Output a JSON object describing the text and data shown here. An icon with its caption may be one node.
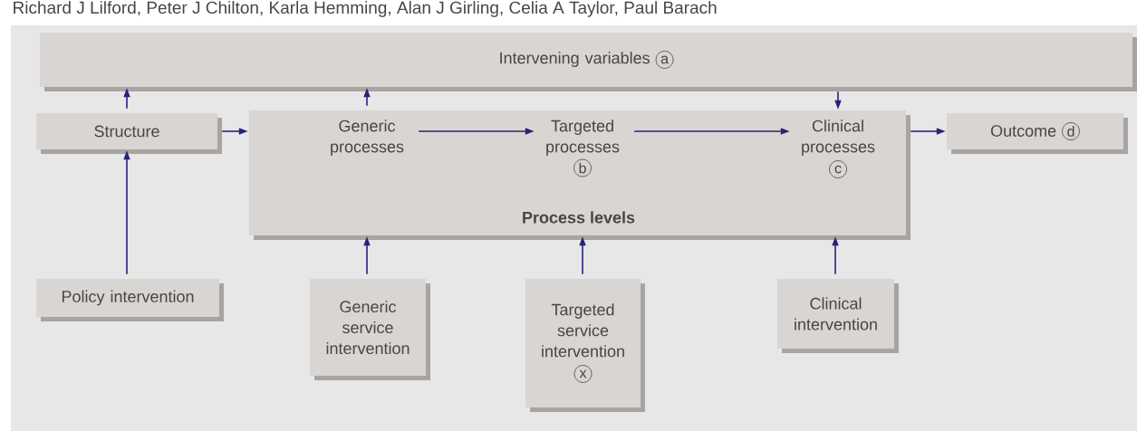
{
  "diagram": {
    "nodes": [
      {
        "text": [
          "Intervening variables",
          "a"
        ]
      },
      {
        "text": [
          "Structure"
        ]
      },
      {
        "text": [
          "Process levels"
        ]
      },
      {
        "text": [
          "Generic processes"
        ],
        "in": 2
      },
      {
        "text": [
          "Targeted processes",
          "b"
        ],
        "in": 2
      },
      {
        "text": [
          "Clinical processes",
          "c"
        ],
        "in": 2
      },
      {
        "text": [
          "Outcome",
          "d"
        ]
      },
      {
        "text": [
          "Policy intervention"
        ]
      },
      {
        "text": [
          "Generic service intervention"
        ]
      },
      {
        "text": [
          "Targeted service intervention",
          "x"
        ]
      },
      {
        "text": [
          "Clinical intervention"
        ]
      }
    ],
    "edges": [
      {
        "from": 1,
        "to": 0,
        "arrow": "to"
      },
      {
        "from": 2,
        "to": 0,
        "arrow": "to"
      },
      {
        "from": 0,
        "to": 2,
        "arrow": "to"
      },
      {
        "from": 1,
        "to": 2,
        "arrow": "to"
      },
      {
        "from": 3,
        "to": 4,
        "arrow": "to"
      },
      {
        "from": 4,
        "to": 5,
        "arrow": "to"
      },
      {
        "from": 2,
        "to": 6,
        "arrow": "to"
      },
      {
        "from": 7,
        "to": 1,
        "arrow": "to"
      },
      {
        "from": 8,
        "to": 2,
        "arrow": "to"
      },
      {
        "from": 9,
        "to": 2,
        "arrow": "to"
      },
      {
        "from": 10,
        "to": 2,
        "arrow": "to"
      }
    ],
    "labels": [
      "Richard J Lilford, Peter J Chilton, Karla Hemming, Alan J Girling, Celia A Taylor, Paul Barach"
    ]
  }
}
